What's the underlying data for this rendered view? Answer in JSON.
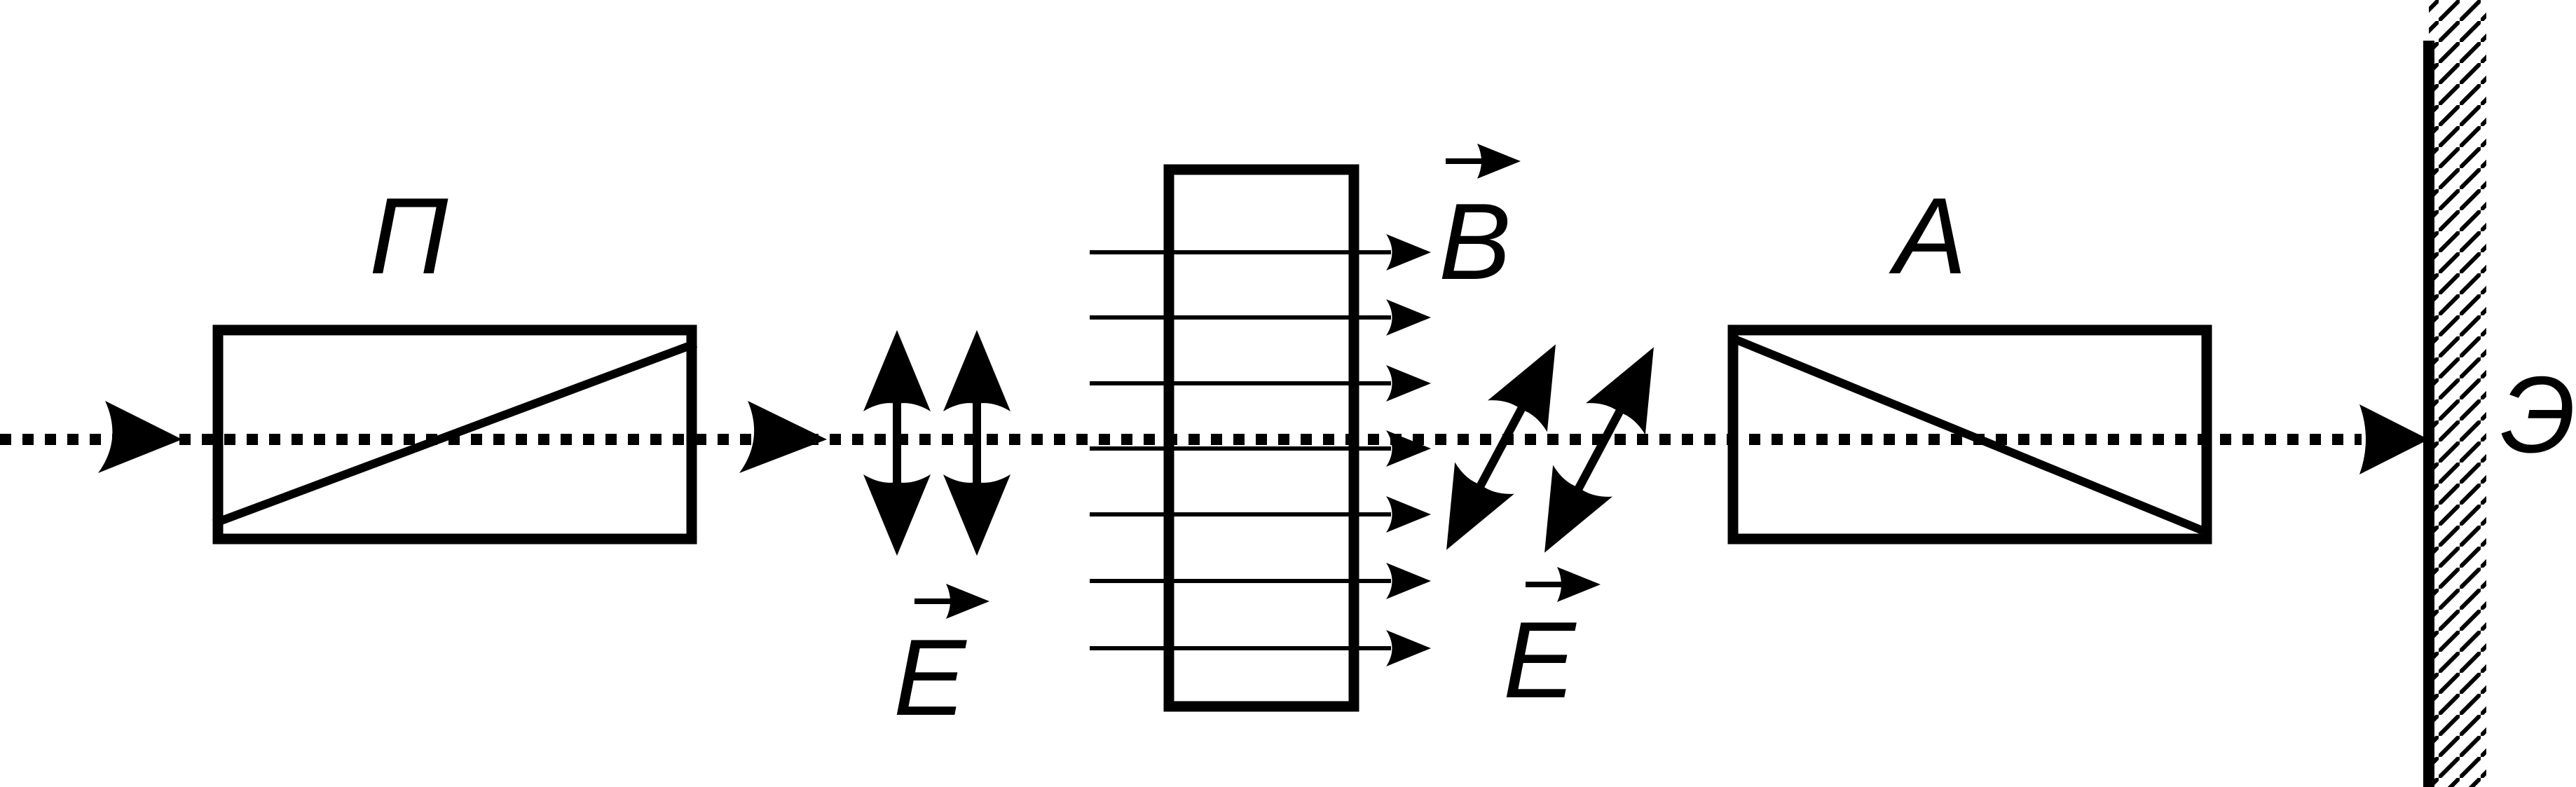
{
  "diagram": {
    "labels": {
      "polarizer": "П",
      "analyzer": "А",
      "magnetic_field": "B",
      "electric_field_before": "E",
      "electric_field_after": "E",
      "screen": "Э"
    },
    "colors": {
      "stroke": "#000000",
      "background": "#ffffff"
    }
  }
}
